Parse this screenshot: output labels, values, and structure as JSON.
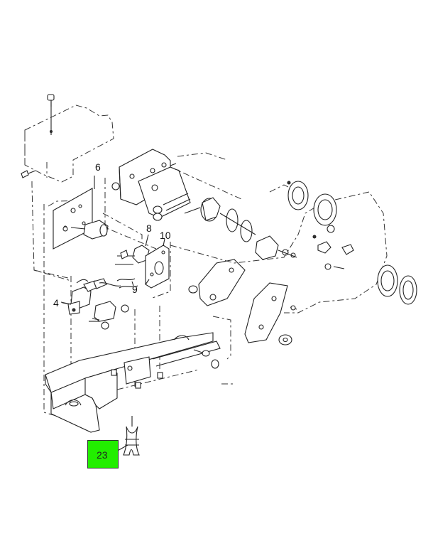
{
  "callouts": {
    "c6": "6",
    "c8": "8",
    "c10": "10",
    "c4": "4",
    "c9": "9",
    "c23": "23"
  },
  "highlight": {
    "callout": "23",
    "color": "#22ee00"
  },
  "icons": [
    "screw-icon",
    "washer-icon",
    "motor-icon",
    "bracket-icon",
    "clip-icon",
    "gear-icon",
    "dial-icon"
  ]
}
